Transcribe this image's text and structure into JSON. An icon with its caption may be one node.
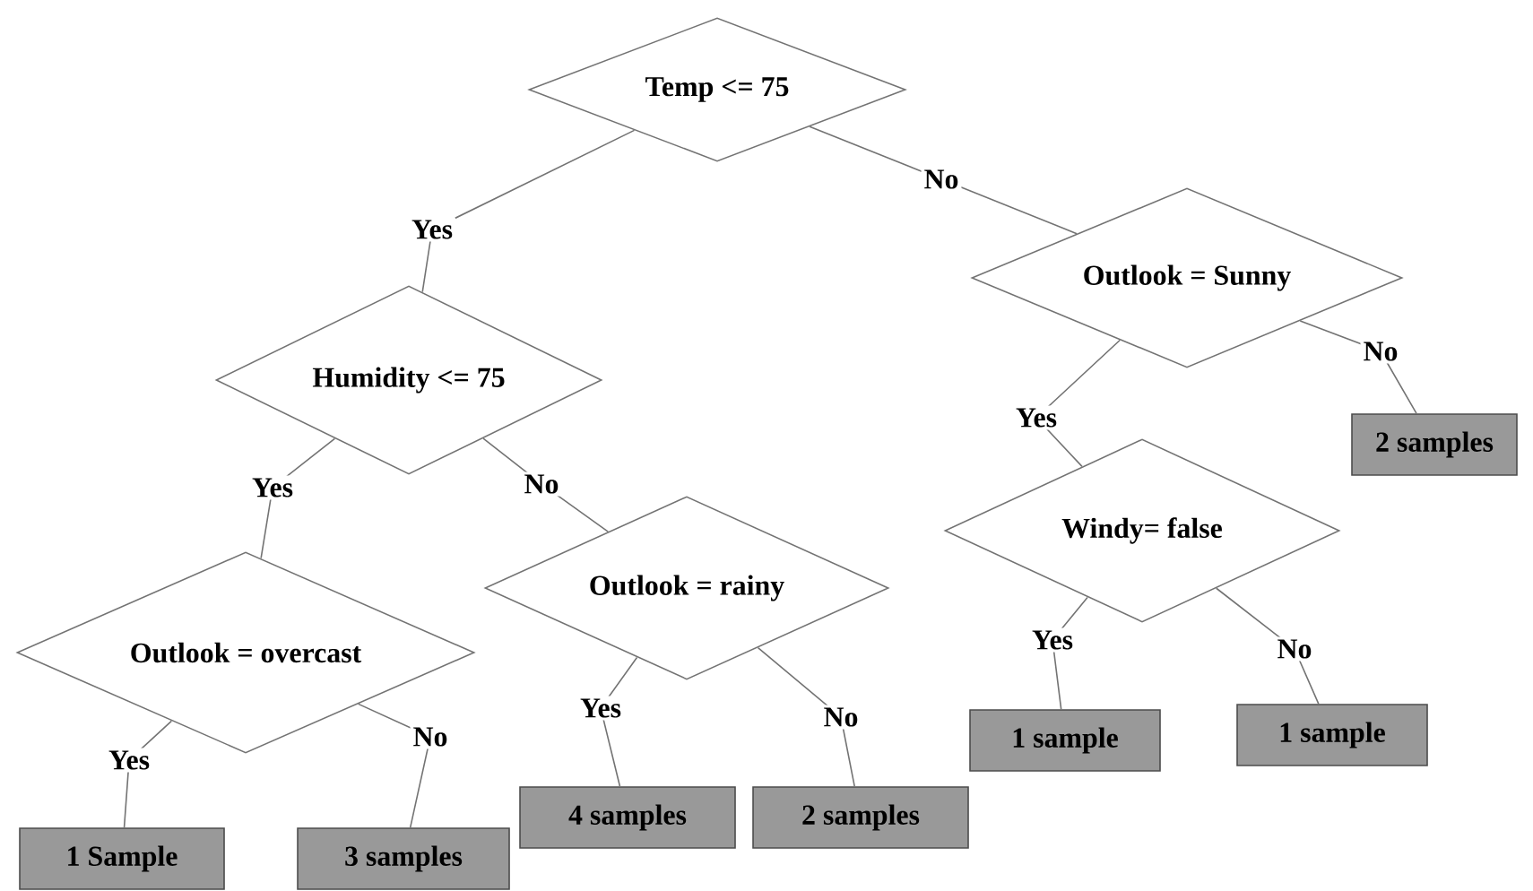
{
  "diagram": {
    "nodes": [
      {
        "text": [
          "Temp <= 75"
        ]
      },
      {
        "text": [
          "Outlook = Sunny"
        ]
      },
      {
        "text": [
          "Humidity <= 75"
        ]
      },
      {
        "text": [
          "2 samples"
        ]
      },
      {
        "text": [
          "Windy= false"
        ]
      },
      {
        "text": [
          "Outlook = rainy"
        ]
      },
      {
        "text": [
          "Outlook = overcast"
        ]
      },
      {
        "text": [
          "1 sample"
        ]
      },
      {
        "text": [
          "1 sample"
        ]
      },
      {
        "text": [
          "4 samples"
        ]
      },
      {
        "text": [
          "2 samples"
        ]
      },
      {
        "text": [
          "1 Sample"
        ]
      },
      {
        "text": [
          "3 samples"
        ]
      }
    ],
    "edges": [
      {
        "from": 0,
        "to": 2,
        "arrow": "none",
        "label": "Yes"
      },
      {
        "from": 0,
        "to": 1,
        "arrow": "none",
        "label": "No"
      },
      {
        "from": 2,
        "to": 6,
        "arrow": "none",
        "label": "Yes"
      },
      {
        "from": 2,
        "to": 5,
        "arrow": "none",
        "label": "No"
      },
      {
        "from": 1,
        "to": 4,
        "arrow": "none",
        "label": "Yes"
      },
      {
        "from": 1,
        "to": 3,
        "arrow": "none",
        "label": "No"
      },
      {
        "from": 6,
        "to": 11,
        "arrow": "none",
        "label": "Yes"
      },
      {
        "from": 6,
        "to": 12,
        "arrow": "none",
        "label": "No"
      },
      {
        "from": 5,
        "to": 9,
        "arrow": "none",
        "label": "Yes"
      },
      {
        "from": 5,
        "to": 10,
        "arrow": "none",
        "label": "No"
      },
      {
        "from": 4,
        "to": 7,
        "arrow": "none",
        "label": "Yes"
      },
      {
        "from": 4,
        "to": 8,
        "arrow": "none",
        "label": "No"
      }
    ]
  }
}
